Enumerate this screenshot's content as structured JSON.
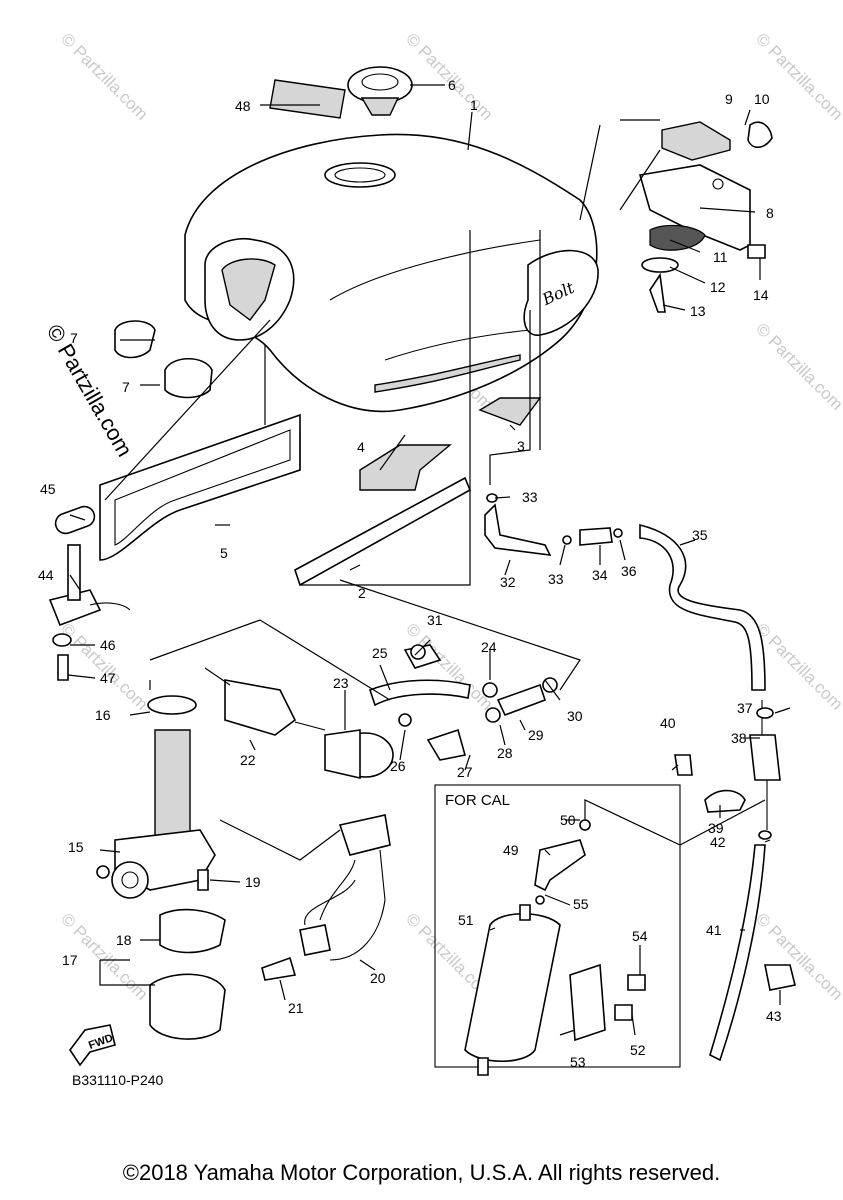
{
  "watermark": "© Partzilla.com",
  "drawing_code": "B331110-P240",
  "inset_label": "FOR CAL",
  "fwd_label": "FWD",
  "copyright": "©2018 Yamaha Motor Corporation, U.S.A. All rights reserved.",
  "callouts": {
    "n1": "1",
    "n2": "2",
    "n3": "3",
    "n4": "4",
    "n5": "5",
    "n6": "6",
    "n7a": "7",
    "n7b": "7",
    "n8": "8",
    "n9": "9",
    "n10": "10",
    "n11": "11",
    "n12": "12",
    "n13": "13",
    "n14": "14",
    "n15": "15",
    "n16": "16",
    "n17": "17",
    "n18": "18",
    "n19": "19",
    "n20": "20",
    "n21": "21",
    "n22": "22",
    "n23": "23",
    "n24": "24",
    "n25": "25",
    "n26": "26",
    "n27": "27",
    "n28": "28",
    "n29": "29",
    "n30": "30",
    "n31": "31",
    "n32": "32",
    "n33a": "33",
    "n33b": "33",
    "n34": "34",
    "n35": "35",
    "n36": "36",
    "n37": "37",
    "n38": "38",
    "n39": "39",
    "n40": "40",
    "n41": "41",
    "n42": "42",
    "n43": "43",
    "n44": "44",
    "n45": "45",
    "n46": "46",
    "n47": "47",
    "n48": "48",
    "n49": "49",
    "n50": "50",
    "n51": "51",
    "n52": "52",
    "n53": "53",
    "n54": "54",
    "n55": "55"
  }
}
